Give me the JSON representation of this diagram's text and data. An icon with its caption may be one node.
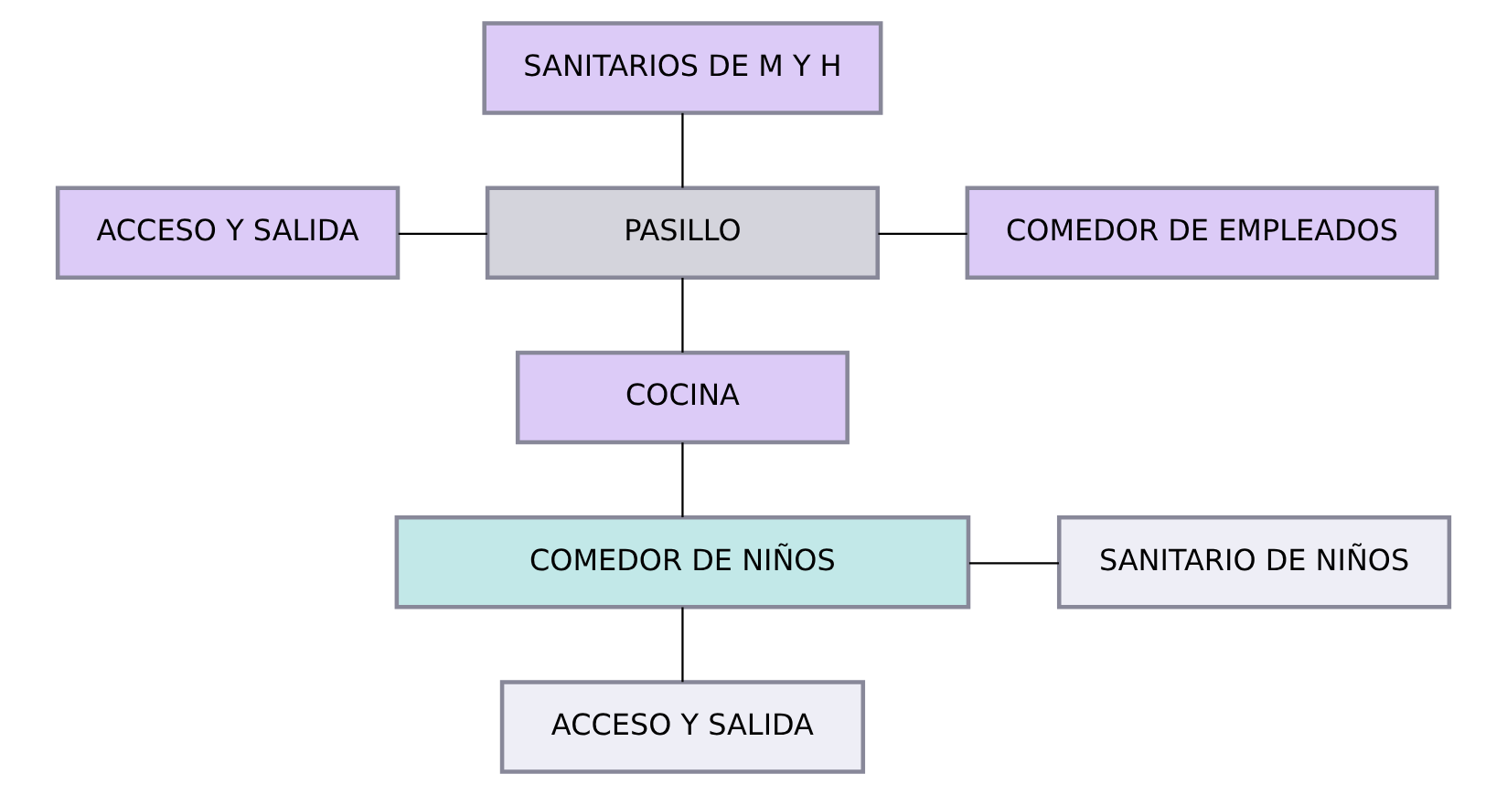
{
  "diagram": {
    "nodes": [
      {
        "text": [
          "SANITARIOS DE M Y H"
        ]
      },
      {
        "text": [
          "ACCESO Y SALIDA"
        ]
      },
      {
        "text": [
          "PASILLO"
        ]
      },
      {
        "text": [
          "COMEDOR DE EMPLEADOS"
        ]
      },
      {
        "text": [
          "COCINA"
        ]
      },
      {
        "text": [
          "SANITARIO DE NIÑOS"
        ]
      },
      {
        "text": [
          "COMEDOR DE NIÑOS"
        ]
      },
      {
        "text": [
          "ACCESO Y SALIDA"
        ]
      }
    ],
    "edges": [
      {
        "from": 0,
        "to": 2,
        "arrow": "none"
      },
      {
        "from": 1,
        "to": 2,
        "arrow": "none"
      },
      {
        "from": 2,
        "to": 3,
        "arrow": "none"
      },
      {
        "from": 2,
        "to": 4,
        "arrow": "none"
      },
      {
        "from": 4,
        "to": 6,
        "arrow": "none"
      },
      {
        "from": 6,
        "to": 5,
        "arrow": "none"
      },
      {
        "from": 6,
        "to": 7,
        "arrow": "none"
      }
    ]
  }
}
